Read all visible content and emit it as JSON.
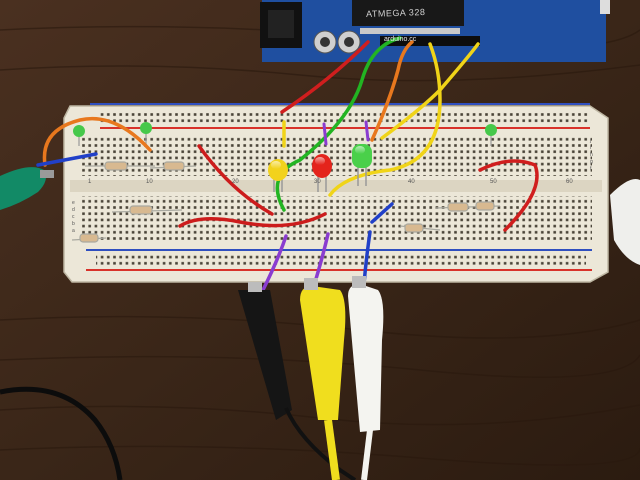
{
  "arduino": {
    "chip_label": "ATMEGA 328",
    "brand_label": "arduino.cc"
  },
  "breadboard": {
    "row_letters_top": [
      "j",
      "i",
      "h",
      "g",
      "f"
    ],
    "row_letters_bottom": [
      "e",
      "d",
      "c",
      "b",
      "a"
    ],
    "column_numbers": [
      "1",
      "10",
      "20",
      "30",
      "40",
      "50",
      "60"
    ]
  },
  "leds": [
    {
      "color_name": "yellow",
      "hex": "#f2d21c"
    },
    {
      "color_name": "red",
      "hex": "#e4241c"
    },
    {
      "color_name": "green",
      "hex": "#4ad04a"
    }
  ],
  "clips": [
    {
      "color_name": "black",
      "hex": "#151515"
    },
    {
      "color_name": "yellow",
      "hex": "#f0de1e"
    },
    {
      "color_name": "white",
      "hex": "#f4f4f0"
    }
  ],
  "colors": {
    "wood": "#3a2618",
    "breadboard": "#ece7d8",
    "rail_red": "#d8322a",
    "rail_blue": "#2f4fbf",
    "pcb": "#1f4fa0"
  }
}
